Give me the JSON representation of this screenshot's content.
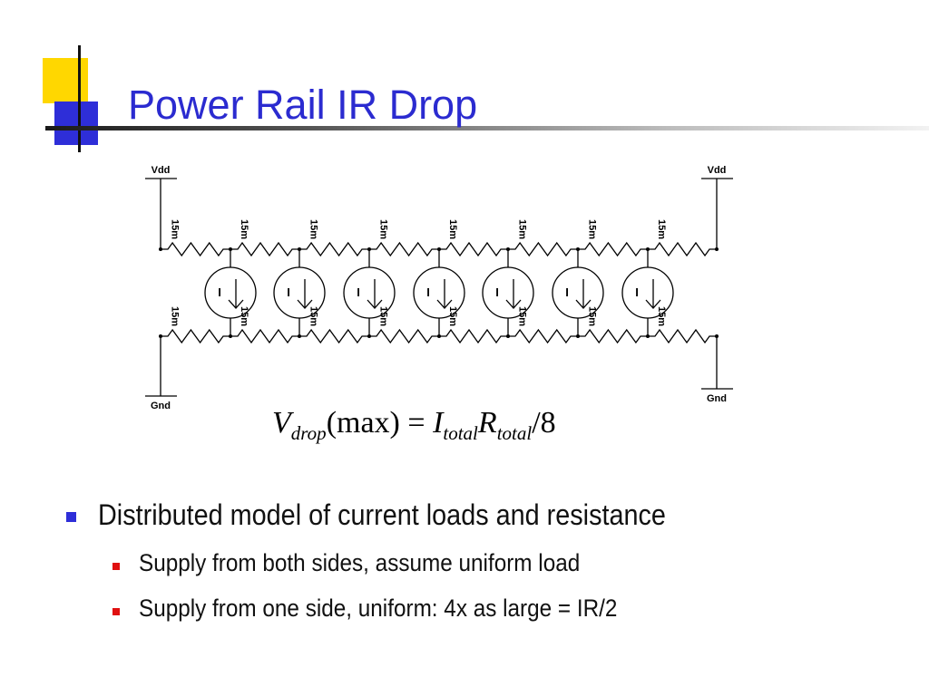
{
  "slide": {
    "title": "Power Rail IR Drop"
  },
  "circuit": {
    "vdd_label": "Vdd",
    "gnd_label": "Gnd",
    "resistor_label": "15m",
    "source_label": "I",
    "top_rail_resistor_count": 8,
    "bottom_rail_resistor_count": 8,
    "current_source_count": 7
  },
  "formula": {
    "v": "V",
    "v_sub": "drop",
    "arg": "(max)",
    "eq": "=",
    "i": "I",
    "i_sub": "total",
    "r": "R",
    "r_sub": "total",
    "div": "/8"
  },
  "bullets": {
    "main": "Distributed model of current loads and resistance",
    "sub": [
      "Supply from both sides, assume uniform load",
      "Supply from one side, uniform: 4x as large = IR/2"
    ]
  },
  "colors": {
    "title": "#2b2bd0",
    "logo_yellow": "#ffd700",
    "logo_blue": "#2e2ed8",
    "bullet_main": "#2e2ed8",
    "bullet_sub": "#e01010"
  }
}
